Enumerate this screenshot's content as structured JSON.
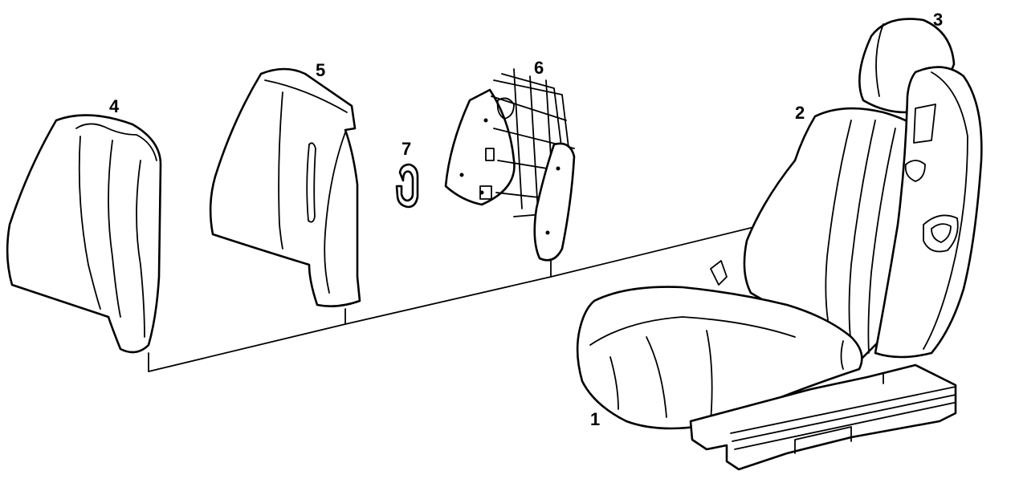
{
  "callouts": [
    {
      "id": "1",
      "label": "1"
    },
    {
      "id": "2",
      "label": "2"
    },
    {
      "id": "3",
      "label": "3"
    },
    {
      "id": "4",
      "label": "4"
    },
    {
      "id": "5",
      "label": "5"
    },
    {
      "id": "6",
      "label": "6"
    },
    {
      "id": "7",
      "label": "7"
    }
  ],
  "colors": {
    "ink": "#000000",
    "paper": "#ffffff"
  }
}
